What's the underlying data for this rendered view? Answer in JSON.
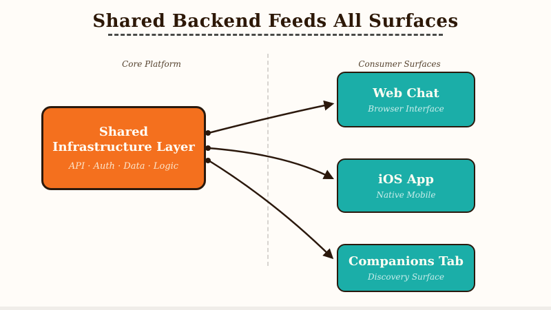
{
  "title": "Shared Backend Feeds All Surfaces",
  "labels": {
    "left": "Core Platform",
    "right": "Consumer Surfaces"
  },
  "source": {
    "title_line1": "Shared",
    "title_line2": "Infrastructure Layer",
    "subtitle": "API · Auth · Data · Logic"
  },
  "targets": [
    {
      "title": "Web Chat",
      "subtitle": "Browser Interface"
    },
    {
      "title": "iOS App",
      "subtitle": "Native Mobile"
    },
    {
      "title": "Companions Tab",
      "subtitle": "Discovery Surface"
    }
  ],
  "connections": [
    {
      "from": "Shared Infrastructure Layer",
      "to": "Web Chat"
    },
    {
      "from": "Shared Infrastructure Layer",
      "to": "iOS App"
    },
    {
      "from": "Shared Infrastructure Layer",
      "to": "Companions Tab"
    }
  ],
  "colors": {
    "background": "#FFFCF8",
    "bottom_strip": "#F0EDE9",
    "title_text": "#2D1807",
    "underline_color": "#4A4A48",
    "muted_label": "#55422E",
    "orange_node": "#F4701E",
    "teal_node": "#1BAEA8",
    "node_border": "#2A190D",
    "arrow_ink": "#2B180C",
    "divider": "#D8D4D0",
    "orange_subtitle": "#FCE4C9",
    "teal_subtitle": "#C9EDEA"
  }
}
